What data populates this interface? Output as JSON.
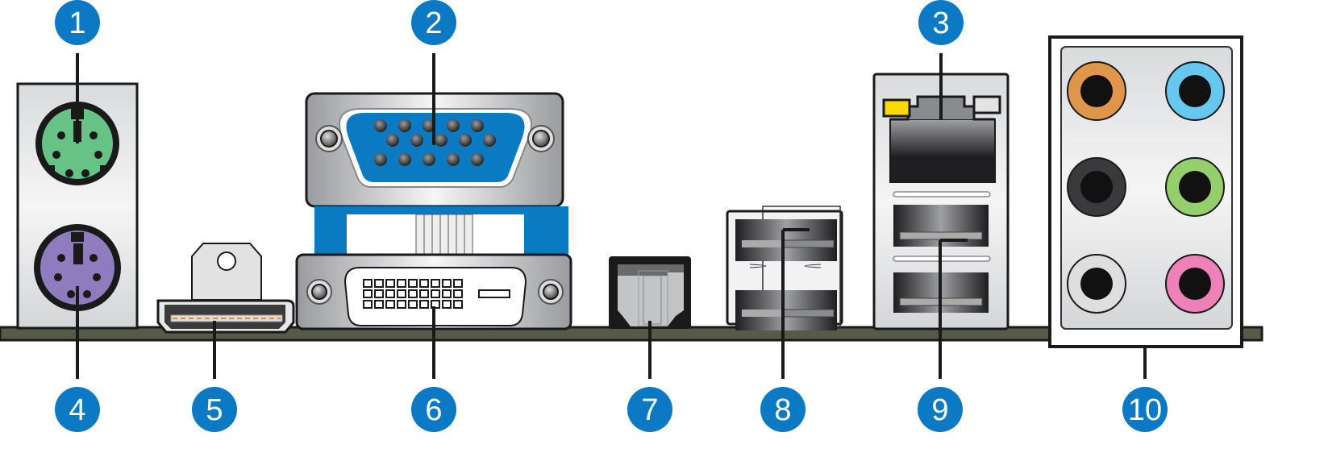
{
  "title": "Rear panel I/O connectors",
  "callouts": [
    {
      "number": "1",
      "port": "PS/2 mouse port"
    },
    {
      "number": "2",
      "port": "VGA port"
    },
    {
      "number": "3",
      "port": "LAN (RJ-45) port"
    },
    {
      "number": "4",
      "port": "PS/2 keyboard port"
    },
    {
      "number": "5",
      "port": "HDMI port"
    },
    {
      "number": "6",
      "port": "DVI-D port"
    },
    {
      "number": "7",
      "port": "Optical S/PDIF out port"
    },
    {
      "number": "8",
      "port": "USB 2.0 ports"
    },
    {
      "number": "9",
      "port": "USB 2.0 ports"
    },
    {
      "number": "10",
      "port": "Audio I/O ports"
    }
  ],
  "colors": {
    "badge": "#0b79c4",
    "ps2_mouse": "#66c285",
    "ps2_keyboard": "#8e7cbf",
    "vga": "#0a7ac2",
    "board": "#565a47",
    "lan_led_left": "#ffd800",
    "audio_orange": "#e0964a",
    "audio_blue": "#66c8ee",
    "audio_black": "#3a393b",
    "audio_green": "#94cf6b",
    "audio_gray": "#dedede",
    "audio_pink": "#ee82b8",
    "hdmi_pins": "#e58a2b"
  }
}
